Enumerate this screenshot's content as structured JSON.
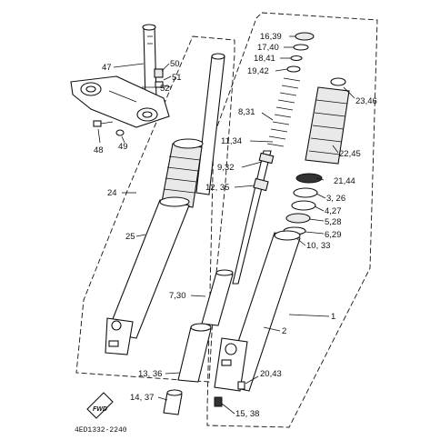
{
  "diagram": {
    "labels": {
      "l47": "47",
      "l50": "50",
      "l51": "51",
      "l52": "52",
      "l48": "48",
      "l49": "49",
      "l24": "24",
      "l25": "25",
      "l16": "16,39",
      "l17": "17,40",
      "l18": "18,41",
      "l19": "19,42",
      "l8": "8,31",
      "l11": "11,34",
      "l9": "9,32",
      "l12": "12, 35",
      "l23": "23,46",
      "l22": "22,45",
      "l21": "21,44",
      "l3": "3, 26",
      "l4": "4,27",
      "l5": "5,28",
      "l6": "6,29",
      "l10": "10, 33",
      "l7": "7,30",
      "l2": "2",
      "l1": "1",
      "l13": "13, 36",
      "l14": "14, 37",
      "l20": "20,43",
      "l15": "15, 38",
      "fwd": "FWD",
      "code": "4ED1332-2240"
    }
  }
}
